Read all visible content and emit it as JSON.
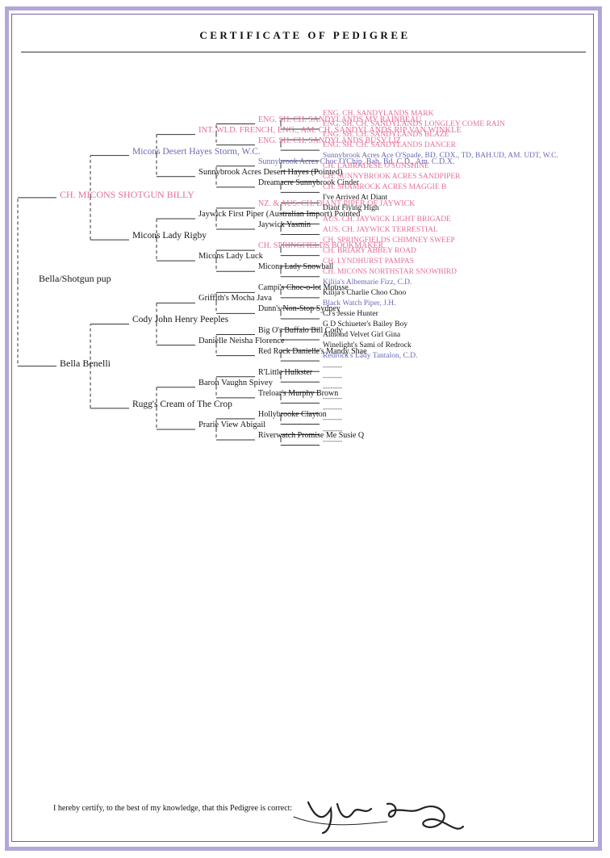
{
  "document": {
    "title": "CERTIFICATE OF PEDIGREE",
    "certification": "I hereby certify, to the best of my knowledge, that this Pedigree is correct:"
  },
  "colors": {
    "black": "#161616",
    "pink": "#e76e98",
    "blue": "#6a6ab8",
    "frame": "#b3a7d9"
  },
  "pedigree": [
    {
      "id": "r",
      "name": "Bella/Shotgun pup",
      "color": "black"
    },
    {
      "id": "s",
      "name": "CH. MICONS SHOTGUN BILLY",
      "color": "pink"
    },
    {
      "id": "ss",
      "name": "Micons Desert Hayes Storm, W.C.",
      "color": "blue"
    },
    {
      "id": "sss",
      "name": "INT. WLD. FRENCH, ENG., AM. CH. SANDYLANDS RIP VAN WINKLE",
      "color": "pink"
    },
    {
      "id": "ssss",
      "name": "ENG. SH. CH. SANDYLANDS MY RAINBEAU",
      "color": "pink"
    },
    {
      "id": "sssss",
      "name": "ENG. CH. SANDYLANDS MARK",
      "color": "pink"
    },
    {
      "id": "ssssd",
      "name": "ENG. SH. CH. SANDYLANDS LONGLEY COME RAIN",
      "color": "pink"
    },
    {
      "id": "sssd",
      "name": "ENG. SH. CH. SANDYLANDS BUSY LIZ",
      "color": "pink"
    },
    {
      "id": "sssds",
      "name": "ENG. SH. CH. SANDYLANDS BLAZE",
      "color": "pink"
    },
    {
      "id": "sssdd",
      "name": "ENG. SH. CH. SANDYLANDS DANCER",
      "color": "pink"
    },
    {
      "id": "ssd",
      "name": "Sunnybrook Acres Desert Hayes (Pointed)",
      "color": "black"
    },
    {
      "id": "ssds",
      "name": "Sunnybrook Acres Choc O'Chip, Bah. Bd. C.D., Am. C.D.X.",
      "color": "blue"
    },
    {
      "id": "ssdss",
      "name": "Sunnybrook Acres Ace O'Spade, BD. CDX., TD, BAH.UD, AM. UDT, W.C.",
      "color": "blue"
    },
    {
      "id": "ssdsd",
      "name": "CH. LABRADESE O'SUNSHINE",
      "color": "pink"
    },
    {
      "id": "ssdd",
      "name": "Dreamacre Sunnybrook Cinder",
      "color": "black"
    },
    {
      "id": "ssdds",
      "name": "CH. SUNNYBROOK ACRES SANDPIPER",
      "color": "pink"
    },
    {
      "id": "ssddd",
      "name": "CH. SHAMROCK ACRES MAGGIE B",
      "color": "pink"
    },
    {
      "id": "sd",
      "name": "Micons Lady Rigby",
      "color": "black"
    },
    {
      "id": "sds",
      "name": "Jaywick First Piper (Australian Import) Pointed",
      "color": "black"
    },
    {
      "id": "sdss",
      "name": "NZ. & AUS. CH. DIANT PIPER OF JAYWICK",
      "color": "pink"
    },
    {
      "id": "sdsss",
      "name": "I've Arrived At Diant",
      "color": "black"
    },
    {
      "id": "sdssd",
      "name": "Diant Flying High",
      "color": "black"
    },
    {
      "id": "sdsd",
      "name": "Jaywick Yasmin",
      "color": "black"
    },
    {
      "id": "sdsds",
      "name": "AUS. CH. JAYWICK LIGHT BRIGADE",
      "color": "pink"
    },
    {
      "id": "sdsdd",
      "name": "AUS. CH. JAYWICK TERRESTIAL",
      "color": "pink"
    },
    {
      "id": "sdd",
      "name": "Micons Lady Luck",
      "color": "black"
    },
    {
      "id": "sdds",
      "name": "CH. SPRINGFIELDS BOOKMAKER",
      "color": "pink"
    },
    {
      "id": "sddss",
      "name": "CH. SPRINGFIELDS CHIMNEY SWEEP",
      "color": "pink"
    },
    {
      "id": "sddsd",
      "name": "CH. BRIARY ABBEY ROAD",
      "color": "pink"
    },
    {
      "id": "sddd",
      "name": "Micons Lady Snowball",
      "color": "black"
    },
    {
      "id": "sddds",
      "name": "CH. LYNDHURST PAMPAS",
      "color": "pink"
    },
    {
      "id": "sdddd",
      "name": "CH. MICONS NORTHSTAR SNOWBIRD",
      "color": "pink"
    },
    {
      "id": "d",
      "name": "Bella Benelli",
      "color": "black"
    },
    {
      "id": "ds",
      "name": "Cody John Henry Peeples",
      "color": "black"
    },
    {
      "id": "dss",
      "name": "Griffith's Mocha Java",
      "color": "black"
    },
    {
      "id": "dsss",
      "name": "Campi's Choc-o-lot Mousse",
      "color": "black"
    },
    {
      "id": "dssss",
      "name": "Kilija's Albemarie Fizz, C.D.",
      "color": "blue"
    },
    {
      "id": "dsssd",
      "name": "Kilija's Charlie Choo Choo",
      "color": "black"
    },
    {
      "id": "dssd",
      "name": "Dunn's Non-Stop Sydney",
      "color": "black"
    },
    {
      "id": "dssds",
      "name": "Black Watch Piper, J.H.",
      "color": "blue"
    },
    {
      "id": "dssdd",
      "name": "CJ's Jessie Hunter",
      "color": "black"
    },
    {
      "id": "dsd",
      "name": "Danielle Neisha Florence",
      "color": "black"
    },
    {
      "id": "dsds",
      "name": "Big O's Buffalo Bill Cody",
      "color": "black"
    },
    {
      "id": "dsdss",
      "name": "G D Schiueter's Bailey Boy",
      "color": "black"
    },
    {
      "id": "dsdsd",
      "name": "Almond Velvet Girl Gina",
      "color": "black"
    },
    {
      "id": "dsdd",
      "name": "Red Rock Danielle's Mandy Shae",
      "color": "black"
    },
    {
      "id": "dsdds",
      "name": "Winelight's Sami of Redrock",
      "color": "black"
    },
    {
      "id": "dsddd",
      "name": "Redrock's Lady Tantalon, C.D.",
      "color": "blue"
    },
    {
      "id": "dd",
      "name": "Rugg's Cream of The Crop",
      "color": "black"
    },
    {
      "id": "dds",
      "name": "Baron Vaughn Spivey",
      "color": "black"
    },
    {
      "id": "ddss",
      "name": "R'Little Hulkster",
      "color": "black"
    },
    {
      "id": "ddsss",
      "name": "",
      "color": "black"
    },
    {
      "id": "ddssd",
      "name": "",
      "color": "black"
    },
    {
      "id": "ddsd",
      "name": "Treloar's Murphy Brown",
      "color": "black"
    },
    {
      "id": "ddsds",
      "name": "",
      "color": "black"
    },
    {
      "id": "ddsdd",
      "name": "",
      "color": "black"
    },
    {
      "id": "ddd",
      "name": "Prarie View Abigail",
      "color": "black"
    },
    {
      "id": "ddds",
      "name": "Hollybrooke Clayton",
      "color": "black"
    },
    {
      "id": "dddss",
      "name": "",
      "color": "black"
    },
    {
      "id": "dddsd",
      "name": "",
      "color": "black"
    },
    {
      "id": "dddd",
      "name": "Riverwatch Promise Me Susie Q",
      "color": "black"
    },
    {
      "id": "dddds",
      "name": "",
      "color": "black"
    },
    {
      "id": "ddddd",
      "name": "",
      "color": "black"
    }
  ]
}
